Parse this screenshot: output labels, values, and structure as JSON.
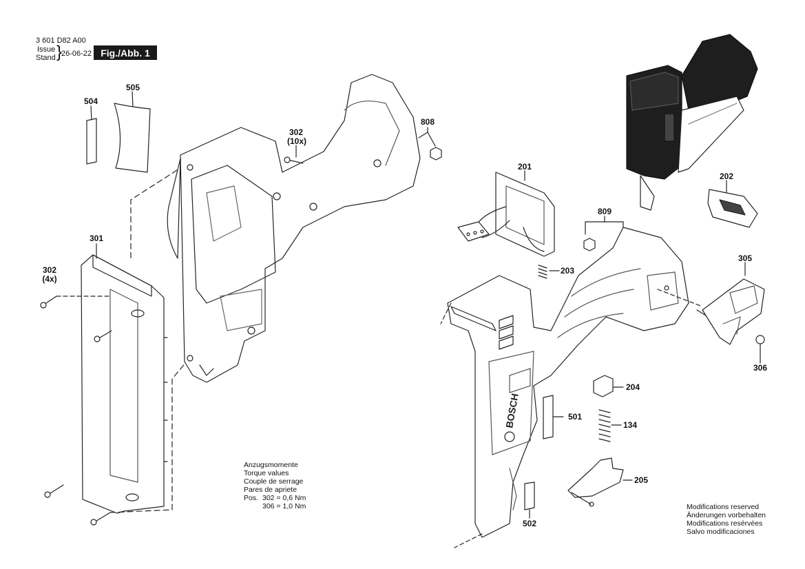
{
  "header": {
    "doc_number": "3 601 D82 A00",
    "issue_label": "Issue",
    "stand_label": "Stand",
    "date": "26-06-22",
    "figure": "Fig./Abb. 1"
  },
  "torque_note": {
    "lines": [
      "Anzugsmomente",
      "Torque values",
      "Couple de serrage",
      "Pares de apriete"
    ],
    "pos_label": "Pos.",
    "value_1": "302 = 0,6 Nm",
    "value_2": "306 = 1,0 Nm"
  },
  "modifications_note": {
    "lines": [
      "Modifications reserved",
      "Änderungen vorbehalten",
      "Modifications resérvées",
      "Salvo modificaciones"
    ]
  },
  "part_labels": {
    "p504": "504",
    "p505": "505",
    "p302a": "302",
    "p302a_qty": "(10x)",
    "p808": "808",
    "p301": "301",
    "p302b": "302",
    "p302b_qty": "(4x)",
    "p201": "201",
    "p202": "202",
    "p809": "809",
    "p203": "203",
    "p305": "305",
    "p306": "306",
    "p204": "204",
    "p501": "501",
    "p134": "134",
    "p205": "205",
    "p502": "502"
  },
  "brand": "BOSCH"
}
